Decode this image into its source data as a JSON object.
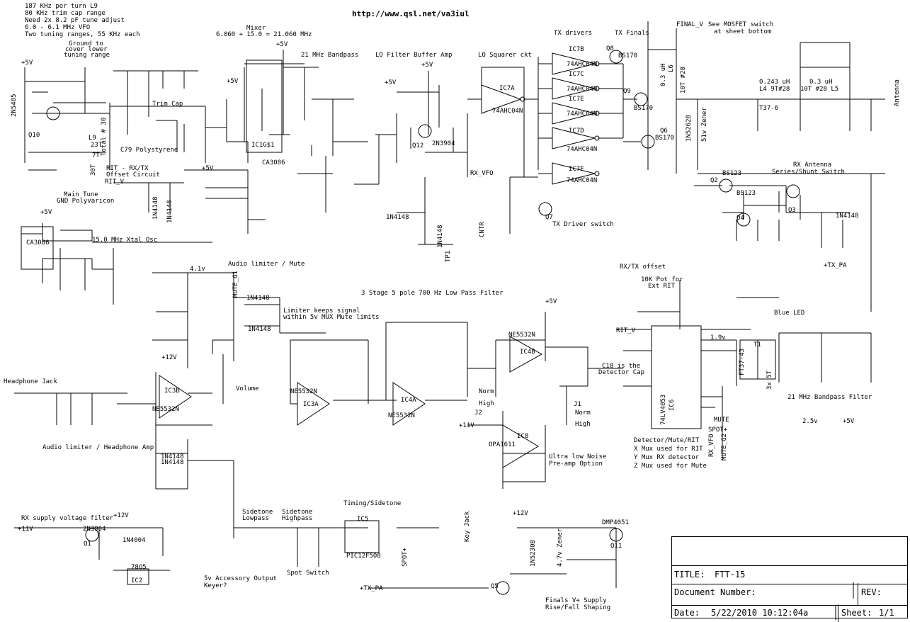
{
  "header_notes": [
    "187 KHz per turn L9",
    "80 KHz trim cap range",
    "Need 2x 8.2 pF tune adjust",
    "6.0 - 6.1 MHz VFO",
    "Two tuning ranges, 55 KHz each"
  ],
  "url": "http://www.qsl.net/va3iul",
  "sections": {
    "mixer": "Mixer",
    "mixer_freq": "6.060 + 15.0 = 21.060 MHz",
    "bandpass21": "21 MHz Bandpass",
    "lo_filter": "LO Filter Buffer Amp",
    "lo_squarer": "LO Squarer ckt",
    "tx_drivers": "TX drivers",
    "tx_finals": "TX Finals",
    "final_v": "FINAL_V",
    "mosfet_note": "See MOSFET switch",
    "mosfet_note2": "at sheet bottom",
    "antenna": "Antenna",
    "rx_antenna": "RX Antenna",
    "rx_antenna2": "Series/Shunt Switch",
    "tx_driver_switch": "TX Driver switch",
    "xtal_osc": "15.0 MHz Xtal Osc",
    "rit": "RIT - RX/TX",
    "rit2": "Offset Circuit",
    "ground_cover": "Ground to",
    "ground_cover2": "cover lower",
    "ground_cover3": "tuning range",
    "trim_cap": "Trim Cap",
    "poly": "C79 Polystyrene",
    "main_tune": "Main Tune",
    "main_tune2": "GND Polyvaricon",
    "audio_limiter": "Audio limiter / Mute",
    "lpf": "3 Stage 5 pole 700 Hz Low Pass Filter",
    "limiter_note": "Limiter keeps signal",
    "limiter_note2": "within 5v MUX Mute limits",
    "headphone_jack": "Headphone Jack",
    "headphone_amp": "Audio limiter / Headphone Amp",
    "volume": "Volume",
    "rx_supply": "RX supply voltage filter",
    "accessory": "5v Accessory Output",
    "keyer": "Keyer?",
    "sidetone_lp": "Sidetone",
    "sidetone_lp2": "Lowpass",
    "sidetone_hp": "Sidetone",
    "sidetone_hp2": "Highpass",
    "timing": "Timing/Sidetone",
    "spot_switch": "Spot Switch",
    "key_jack": "Key Jack",
    "preamp": "Ultra low Noise",
    "preamp2": "Pre-amp Option",
    "rxtx_offset": "RX/TX offset",
    "pot_rit": "10K Pot for",
    "pot_rit2": "Ext RIT",
    "blue_led": "Blue LED",
    "c18_note": "C18 is the",
    "c18_note2": "Detector Cap",
    "bandpass21b": "21 MHz Bandpass Filter",
    "mux_notes": [
      "Detector/Mute/RIT",
      "X Mux used for RIT",
      "Y Mux RX detector",
      "Z Mux used for Mute"
    ],
    "finals_supply": "Finals V+ Supply",
    "finals_supply2": "Rise/Fall Shaping"
  },
  "title_block": {
    "title_label": "TITLE:",
    "title_value": "FTT-15",
    "docnum_label": "Document Number:",
    "rev_label": "REV:",
    "date_label": "Date:",
    "date_value": "5/22/2010 10:12:04a",
    "sheet_label": "Sheet:",
    "sheet_value": "1/1"
  },
  "ic_labels": [
    "IC7B",
    "IC7C",
    "IC7E",
    "IC7D",
    "IC7F",
    "IC7A",
    "IC6",
    "IC3B",
    "IC3A",
    "IC4A",
    "IC4B",
    "IC8",
    "IC5",
    "IC2",
    "IC1G$1"
  ],
  "part_labels": [
    "74AHC04N",
    "74AHC04N",
    "74AHC04N",
    "74AHC04N",
    "74AHC04N",
    "74AHC04N",
    "74LV4053",
    "NE5532N",
    "NE5532N",
    "NE5532N",
    "NE5532N",
    "OPA1611",
    "PIC12F508",
    "78O5",
    "CA3086",
    "CA3086",
    "BS170",
    "BS170",
    "BS170",
    "BS123",
    "BS123",
    "2N3904",
    "2N3904",
    "2N5485",
    "DMP4051"
  ],
  "transistors": [
    "Q10",
    "Q12",
    "Q8",
    "Q9",
    "Q6",
    "Q7",
    "Q2",
    "Q3",
    "Q4",
    "Q1",
    "Q5",
    "Q11"
  ],
  "power_labels": [
    "+5V",
    "+5V",
    "+5V",
    "+5V",
    "+5V",
    "+5V",
    "+5V",
    "+5V",
    "+12V",
    "+12V",
    "+12V",
    "+11V",
    "+11V",
    "+5V",
    "+TX_PA",
    "+TX_PA",
    "SPOT+",
    "SPOT+",
    "MUTE",
    "MUTE_G1",
    "MUTE_G2",
    "RX_VFO",
    "RX_VFO",
    "RIT_V",
    "RIT_V",
    "CNTR",
    "TP1"
  ],
  "misc_labels": [
    "1.9v",
    "2.5v",
    "4.1v",
    "Norm",
    "High",
    "Norm",
    "High",
    "J1",
    "J2",
    "T1",
    "FT37-43",
    "3x 5T",
    "L6",
    "10T #28",
    "T37-6",
    "L4 9T#28",
    "0.243 uH",
    "0.3 uH",
    "10T #28 L5",
    "0.3 uH",
    "L9",
    "30T",
    "Total # 30",
    "23T",
    "7T",
    "1N5262B",
    "51v Zener",
    "1N5230B",
    "4.7v Zener",
    "1N4148",
    "1N4004",
    "1N4148",
    "1N4148",
    "1N4148",
    "1N4148",
    "1N4148",
    "1N4148",
    "1N4148",
    "1N4148"
  ],
  "colors": {
    "ink": "#000000",
    "paper": "#ffffff"
  }
}
